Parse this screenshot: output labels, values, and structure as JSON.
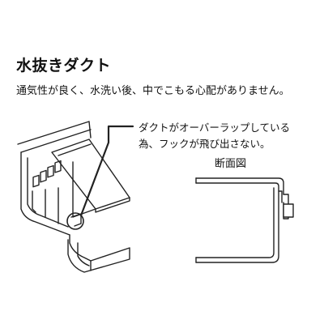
{
  "heading": {
    "title": "水抜きダクト",
    "subtitle": "通気性が良く、水洗い後、中でこもる心配がありません。"
  },
  "callout": {
    "line1": "ダクトがオーバーラップしている",
    "line2": "為、フックが飛び出さない。"
  },
  "section": {
    "label": "断面図"
  }
}
